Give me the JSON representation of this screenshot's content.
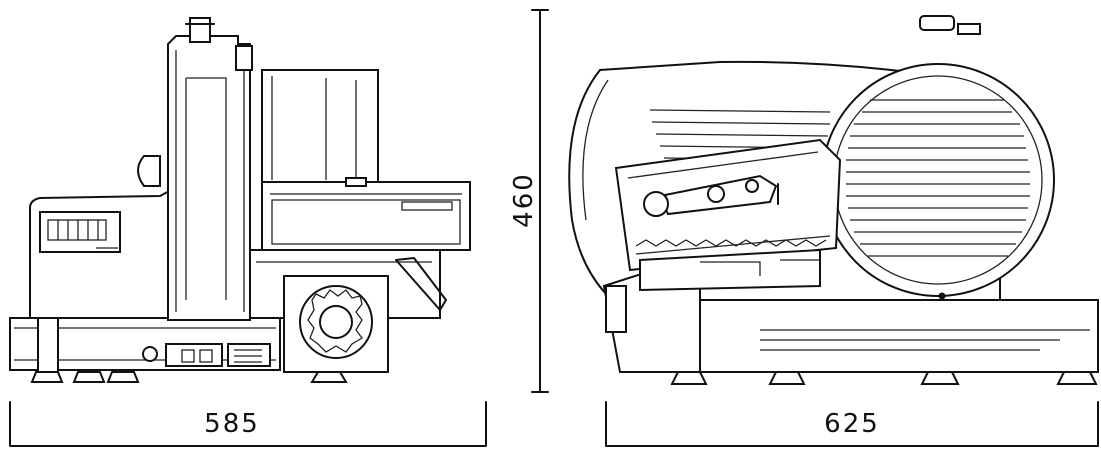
{
  "dimensions": {
    "side_width": "585",
    "front_width": "625",
    "height": "460"
  },
  "colors": {
    "line": "#111111",
    "background": "#ffffff"
  }
}
